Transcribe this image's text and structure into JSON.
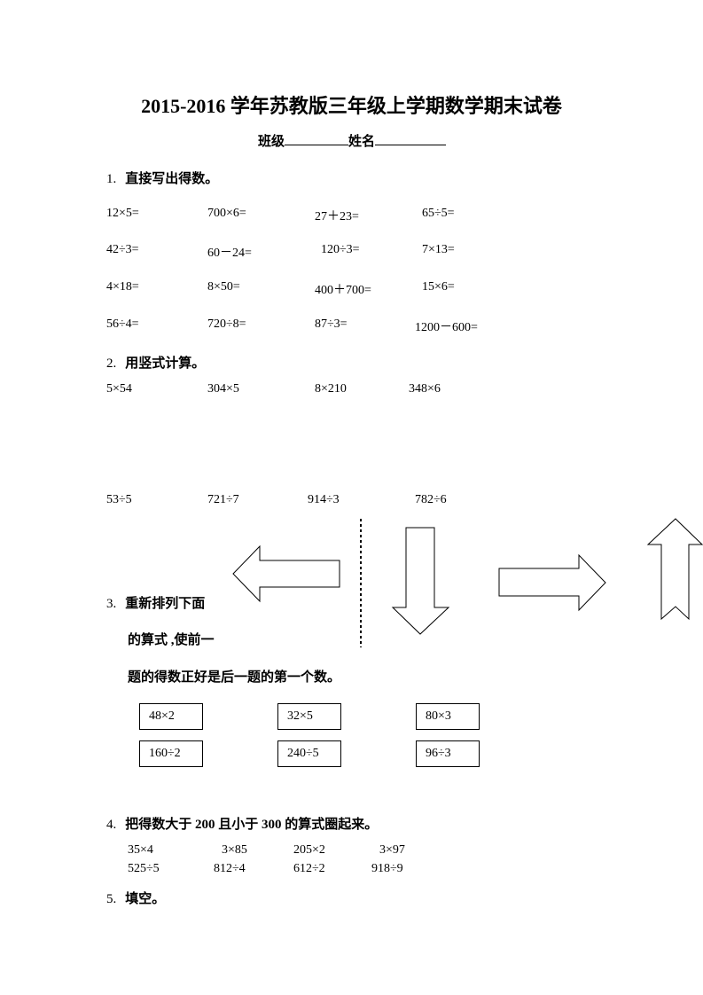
{
  "title": "2015-2016 学年苏教版三年级上学期数学期末试卷",
  "header": {
    "class_label": "班级",
    "name_label": "姓名"
  },
  "q1": {
    "number": "1.",
    "text": "直接写出得数。",
    "rows": [
      [
        "12×5=",
        "700×6=",
        "27＋23=",
        "65÷5="
      ],
      [
        "42÷3=",
        "60－24=",
        "120÷3=",
        "7×13="
      ],
      [
        "4×18=",
        "8×50=",
        "400＋700=",
        "15×6="
      ],
      [
        "56÷4=",
        "720÷8=",
        "87÷3=",
        "1200－600="
      ]
    ]
  },
  "q2": {
    "number": "2.",
    "text": "用竖式计算。",
    "row1": [
      "5×54",
      "304×5",
      "8×210",
      "348×6"
    ],
    "row2": [
      "53÷5",
      "721÷7",
      "914÷3",
      "782÷6"
    ]
  },
  "q3": {
    "number": "3.",
    "line1": "重新排列下面",
    "line2": "的算式 ,使前一",
    "line3": "题的得数正好是后一题的第一个数。",
    "boxes": [
      "48×2",
      "32×5",
      "80×3",
      "160÷2",
      "240÷5",
      "96÷3"
    ]
  },
  "q4": {
    "number": "4.",
    "text": "把得数大于 200 且小于 300 的算式圈起来。",
    "row1": [
      "35×4",
      "3×85",
      "205×2",
      "3×97"
    ],
    "row2": [
      "525÷5",
      "812÷4",
      "612÷2",
      "918÷9"
    ]
  },
  "q5": {
    "number": "5.",
    "text": "填空。"
  }
}
